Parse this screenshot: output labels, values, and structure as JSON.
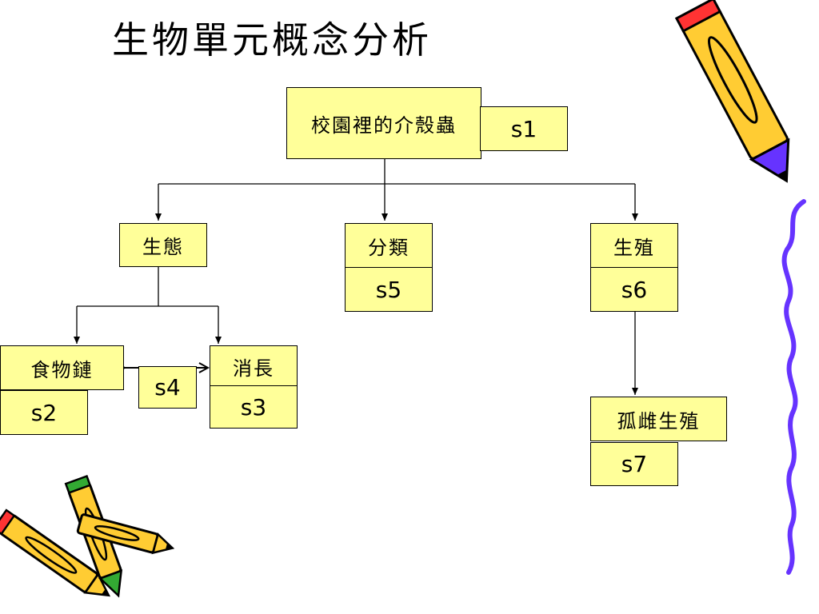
{
  "title": "生物單元概念分析",
  "nodes": {
    "root": {
      "label": "校園裡的介殼蟲",
      "code": "s1"
    },
    "ecology": {
      "label": "生態"
    },
    "classify": {
      "label": "分類",
      "code": "s5"
    },
    "reproduce": {
      "label": "生殖",
      "code": "s6"
    },
    "foodchain": {
      "label": "食物鏈",
      "code": "s2"
    },
    "growth": {
      "label": "消長",
      "code": "s3"
    },
    "relation": {
      "code": "s4"
    },
    "parthenogenesis": {
      "label": "孤雌生殖",
      "code": "s7"
    }
  },
  "colors": {
    "box_fill": "#ffff99",
    "wavy_line": "#6633ff",
    "pencil_body": "#ffcc33",
    "pencil_tip": "#ff3333"
  },
  "decorations": [
    "pencil-icon-top-right",
    "pencils-icon-bottom-left",
    "wavy-line-right"
  ]
}
